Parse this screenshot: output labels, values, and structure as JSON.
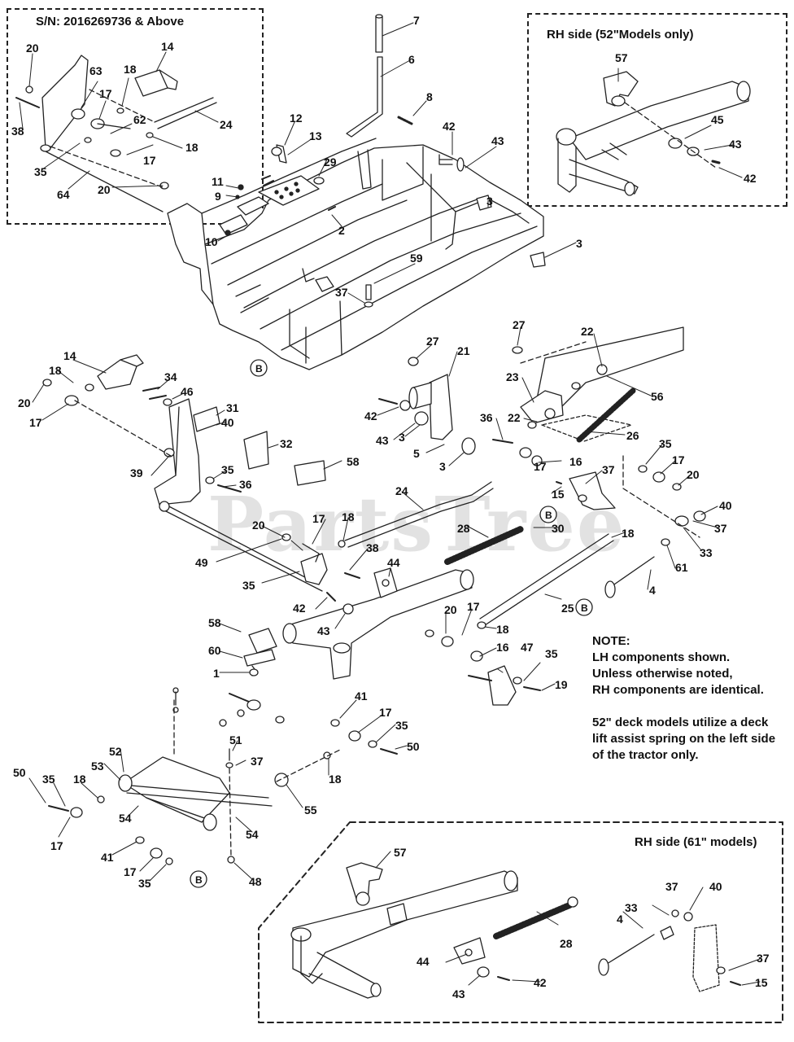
{
  "diagram": {
    "watermark": "PartsTree",
    "insets": {
      "serial": "S/N: 2016269736 & Above",
      "rh52": "RH side (52\"Models only)",
      "rh61": "RH side (61\" models)"
    },
    "note": {
      "lines": [
        "NOTE:",
        "LH components shown.",
        "Unless otherwise noted,",
        "RH components are identical.",
        "",
        "52\" deck models utilize a deck",
        "lift assist spring on the left side",
        "of the tractor only."
      ]
    },
    "reference_marker": "B",
    "callouts": [
      {
        "label": "20"
      },
      {
        "label": "14"
      },
      {
        "label": "63"
      },
      {
        "label": "18"
      },
      {
        "label": "17"
      },
      {
        "label": "38"
      },
      {
        "label": "62"
      },
      {
        "label": "24"
      },
      {
        "label": "35"
      },
      {
        "label": "17"
      },
      {
        "label": "18"
      },
      {
        "label": "64"
      },
      {
        "label": "20"
      },
      {
        "label": "7"
      },
      {
        "label": "6"
      },
      {
        "label": "8"
      },
      {
        "label": "42"
      },
      {
        "label": "43"
      },
      {
        "label": "12"
      },
      {
        "label": "13"
      },
      {
        "label": "29"
      },
      {
        "label": "11"
      },
      {
        "label": "9"
      },
      {
        "label": "2"
      },
      {
        "label": "10"
      },
      {
        "label": "3"
      },
      {
        "label": "3"
      },
      {
        "label": "59"
      },
      {
        "label": "37"
      },
      {
        "label": "57"
      },
      {
        "label": "45"
      },
      {
        "label": "43"
      },
      {
        "label": "42"
      },
      {
        "label": "14"
      },
      {
        "label": "18"
      },
      {
        "label": "34"
      },
      {
        "label": "46"
      },
      {
        "label": "20"
      },
      {
        "label": "17"
      },
      {
        "label": "31"
      },
      {
        "label": "40"
      },
      {
        "label": "32"
      },
      {
        "label": "39"
      },
      {
        "label": "58"
      },
      {
        "label": "35"
      },
      {
        "label": "36"
      },
      {
        "label": "27"
      },
      {
        "label": "21"
      },
      {
        "label": "42"
      },
      {
        "label": "43"
      },
      {
        "label": "3"
      },
      {
        "label": "5"
      },
      {
        "label": "3"
      },
      {
        "label": "36"
      },
      {
        "label": "27"
      },
      {
        "label": "22"
      },
      {
        "label": "23"
      },
      {
        "label": "56"
      },
      {
        "label": "22"
      },
      {
        "label": "26"
      },
      {
        "label": "16"
      },
      {
        "label": "37"
      },
      {
        "label": "17"
      },
      {
        "label": "15"
      },
      {
        "label": "35"
      },
      {
        "label": "17"
      },
      {
        "label": "20"
      },
      {
        "label": "40"
      },
      {
        "label": "37"
      },
      {
        "label": "33"
      },
      {
        "label": "61"
      },
      {
        "label": "4"
      },
      {
        "label": "24"
      },
      {
        "label": "30"
      },
      {
        "label": "28"
      },
      {
        "label": "18"
      },
      {
        "label": "25"
      },
      {
        "label": "20"
      },
      {
        "label": "17"
      },
      {
        "label": "18"
      },
      {
        "label": "38"
      },
      {
        "label": "49"
      },
      {
        "label": "35"
      },
      {
        "label": "44"
      },
      {
        "label": "42"
      },
      {
        "label": "43"
      },
      {
        "label": "20"
      },
      {
        "label": "17"
      },
      {
        "label": "18"
      },
      {
        "label": "16"
      },
      {
        "label": "47"
      },
      {
        "label": "35"
      },
      {
        "label": "19"
      },
      {
        "label": "58"
      },
      {
        "label": "60"
      },
      {
        "label": "1"
      },
      {
        "label": "41"
      },
      {
        "label": "17"
      },
      {
        "label": "35"
      },
      {
        "label": "50"
      },
      {
        "label": "51"
      },
      {
        "label": "37"
      },
      {
        "label": "18"
      },
      {
        "label": "55"
      },
      {
        "label": "52"
      },
      {
        "label": "53"
      },
      {
        "label": "50"
      },
      {
        "label": "35"
      },
      {
        "label": "18"
      },
      {
        "label": "54"
      },
      {
        "label": "17"
      },
      {
        "label": "54"
      },
      {
        "label": "41"
      },
      {
        "label": "17"
      },
      {
        "label": "35"
      },
      {
        "label": "48"
      },
      {
        "label": "57"
      },
      {
        "label": "28"
      },
      {
        "label": "4"
      },
      {
        "label": "33"
      },
      {
        "label": "37"
      },
      {
        "label": "40"
      },
      {
        "label": "37"
      },
      {
        "label": "44"
      },
      {
        "label": "43"
      },
      {
        "label": "42"
      },
      {
        "label": "15"
      }
    ]
  }
}
